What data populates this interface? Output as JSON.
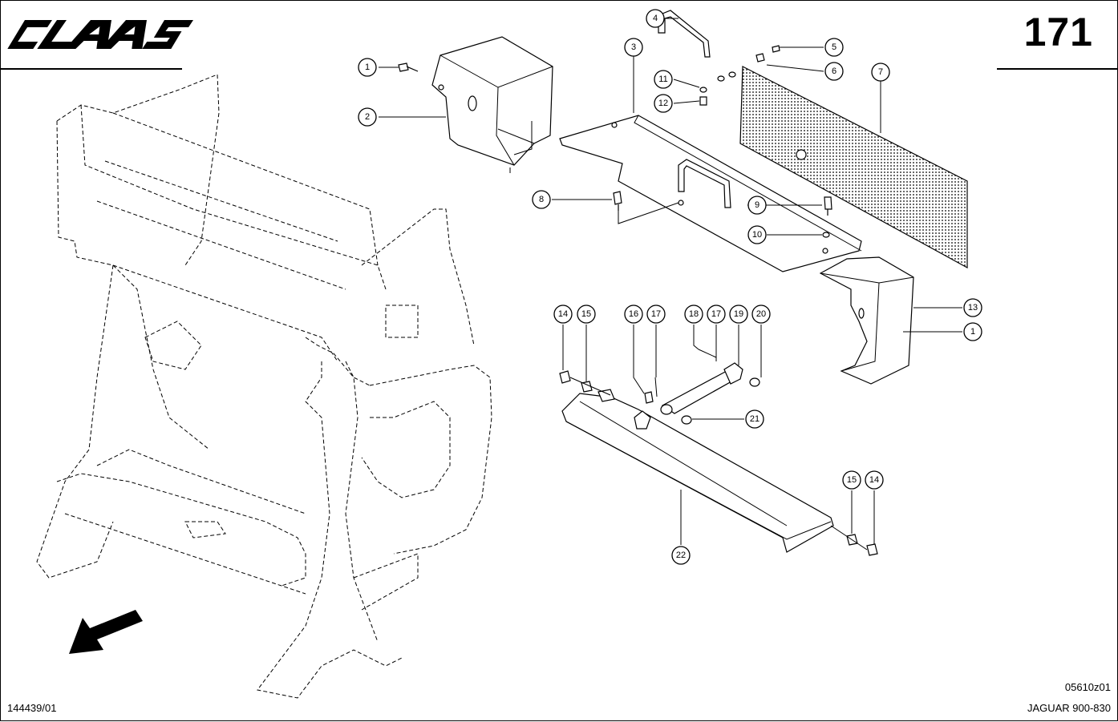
{
  "header": {
    "brand": "CLAAS",
    "page_number": "171"
  },
  "footer": {
    "left_code": "144439/01",
    "figure_code": "05610z01",
    "model": "JAGUAR 900-830"
  },
  "callouts": [
    {
      "id": "c1a",
      "label": "1"
    },
    {
      "id": "c2",
      "label": "2"
    },
    {
      "id": "c3",
      "label": "3"
    },
    {
      "id": "c4",
      "label": "4"
    },
    {
      "id": "c5",
      "label": "5"
    },
    {
      "id": "c6",
      "label": "6"
    },
    {
      "id": "c7",
      "label": "7"
    },
    {
      "id": "c8",
      "label": "8"
    },
    {
      "id": "c9",
      "label": "9"
    },
    {
      "id": "c10",
      "label": "10"
    },
    {
      "id": "c11",
      "label": "11"
    },
    {
      "id": "c12",
      "label": "12"
    },
    {
      "id": "c13",
      "label": "13"
    },
    {
      "id": "c1b",
      "label": "1"
    },
    {
      "id": "c14a",
      "label": "14"
    },
    {
      "id": "c15a",
      "label": "15"
    },
    {
      "id": "c16",
      "label": "16"
    },
    {
      "id": "c17a",
      "label": "17"
    },
    {
      "id": "c18",
      "label": "18"
    },
    {
      "id": "c17b",
      "label": "17"
    },
    {
      "id": "c19",
      "label": "19"
    },
    {
      "id": "c20",
      "label": "20"
    },
    {
      "id": "c21",
      "label": "21"
    },
    {
      "id": "c22",
      "label": "22"
    },
    {
      "id": "c15b",
      "label": "15"
    },
    {
      "id": "c14b",
      "label": "14"
    }
  ],
  "colors": {
    "ink": "#000000",
    "paper": "#ffffff"
  }
}
